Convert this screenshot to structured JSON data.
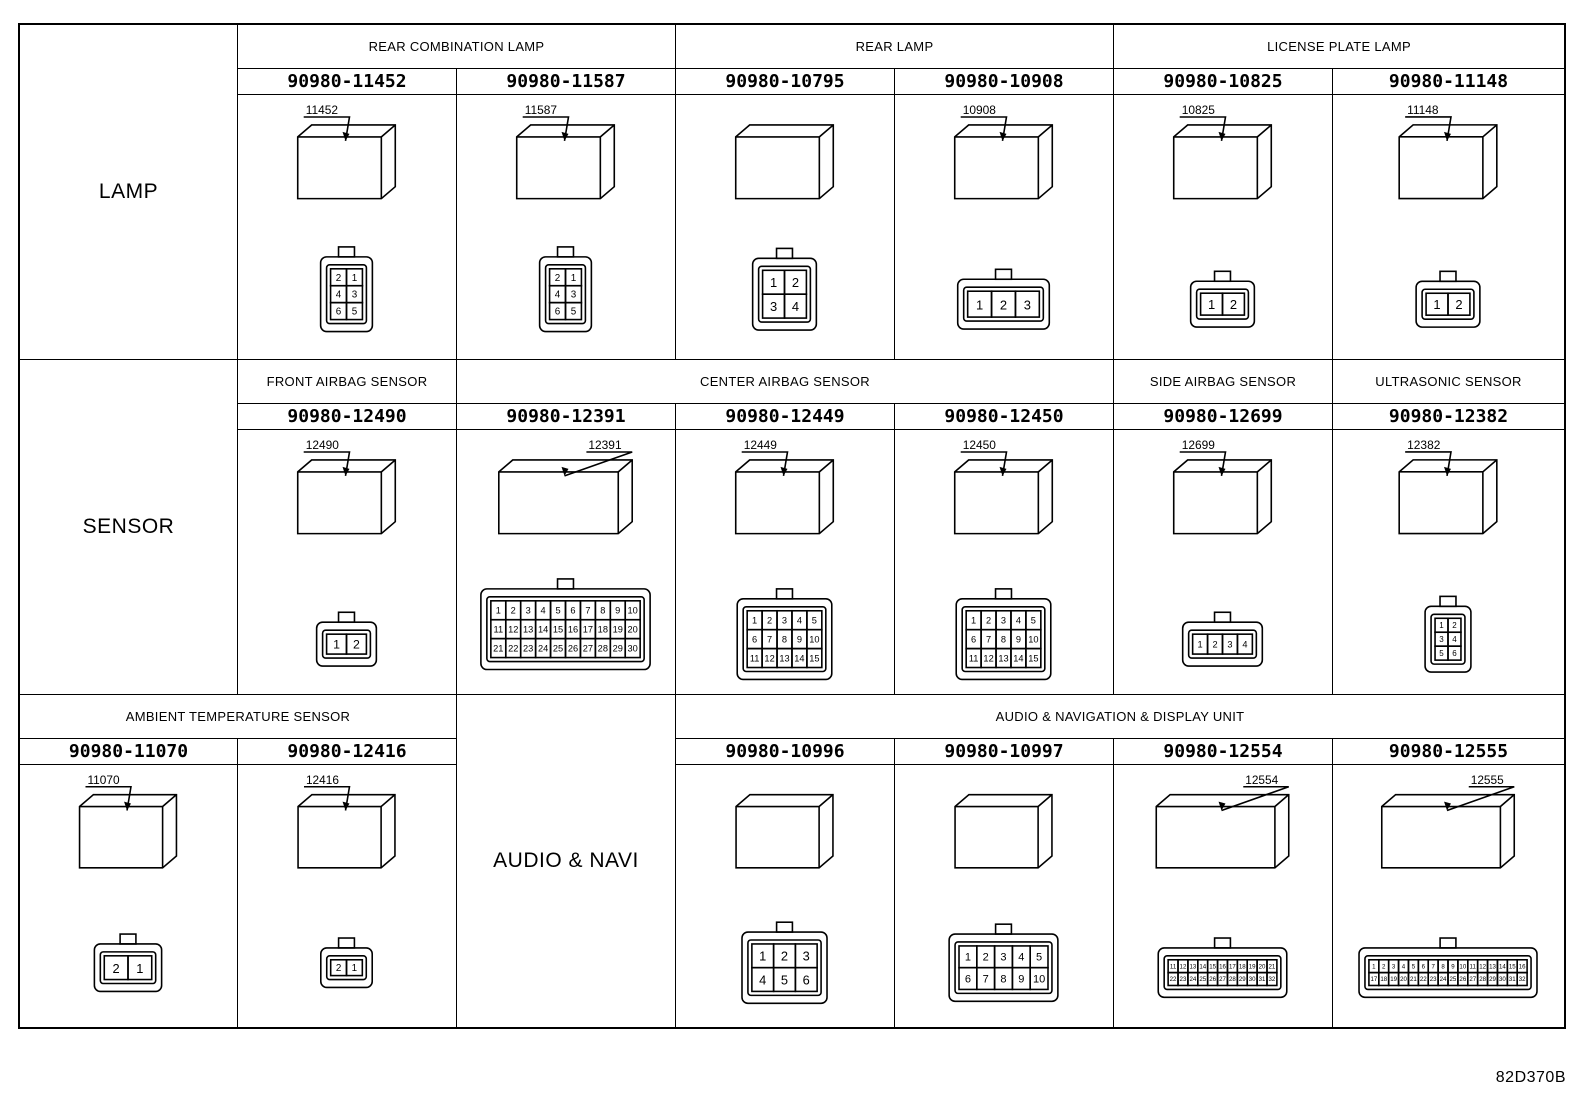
{
  "footer_code": "82D370B",
  "sections": {
    "lamp": {
      "category": "LAMP",
      "headers": [
        "REAR COMBINATION LAMP",
        "REAR LAMP",
        "LICENSE PLATE LAMP"
      ],
      "connectors": [
        {
          "part": "90980-11452",
          "callout": "11452",
          "pins": [
            "2",
            "1",
            "4",
            "3",
            "6",
            "5"
          ]
        },
        {
          "part": "90980-11587",
          "callout": "11587",
          "pins": [
            "2",
            "1",
            "4",
            "3",
            "6",
            "5"
          ]
        },
        {
          "part": "90980-10795",
          "callout": "",
          "pins": [
            "1",
            "2",
            "3",
            "4"
          ]
        },
        {
          "part": "90980-10908",
          "callout": "10908",
          "pins": [
            "1",
            "2",
            "3"
          ]
        },
        {
          "part": "90980-10825",
          "callout": "10825",
          "pins": [
            "1",
            "2"
          ]
        },
        {
          "part": "90980-11148",
          "callout": "11148",
          "pins": [
            "1",
            "2"
          ]
        }
      ]
    },
    "sensor": {
      "category": "SENSOR",
      "headers": [
        "FRONT AIRBAG SENSOR",
        "CENTER AIRBAG SENSOR",
        "SIDE AIRBAG SENSOR",
        "ULTRASONIC SENSOR"
      ],
      "connectors": [
        {
          "part": "90980-12490",
          "callout": "12490",
          "pins": [
            "1",
            "2"
          ]
        },
        {
          "part": "90980-12391",
          "callout": "12391",
          "pins": [
            "1",
            "2",
            "3",
            "4",
            "5",
            "6",
            "7",
            "8",
            "9",
            "10",
            "11",
            "12",
            "13",
            "14",
            "15",
            "16",
            "17",
            "18",
            "19",
            "20",
            "21",
            "22",
            "23",
            "24",
            "25",
            "26",
            "27",
            "28",
            "29",
            "30"
          ]
        },
        {
          "part": "90980-12449",
          "callout": "12449",
          "pins": [
            "1",
            "2",
            "3",
            "4",
            "5",
            "6",
            "7",
            "8",
            "9",
            "10",
            "11",
            "12",
            "13",
            "14",
            "15"
          ]
        },
        {
          "part": "90980-12450",
          "callout": "12450",
          "pins": [
            "1",
            "2",
            "3",
            "4",
            "5",
            "6",
            "7",
            "8",
            "9",
            "10",
            "11",
            "12",
            "13",
            "14",
            "15"
          ]
        },
        {
          "part": "90980-12699",
          "callout": "12699",
          "pins": [
            "1",
            "2",
            "3",
            "4"
          ]
        },
        {
          "part": "90980-12382",
          "callout": "12382",
          "pins": [
            "1",
            "2",
            "3",
            "4",
            "5",
            "6"
          ]
        }
      ]
    },
    "bottom": {
      "ambient_header": "AMBIENT TEMPERATURE SENSOR",
      "audio_category": "AUDIO & NAVI",
      "audio_header": "AUDIO & NAVIGATION & DISPLAY UNIT",
      "connectors": [
        {
          "part": "90980-11070",
          "callout": "11070",
          "pins": [
            "2",
            "1"
          ]
        },
        {
          "part": "90980-12416",
          "callout": "12416",
          "pins": [
            "2",
            "1"
          ]
        },
        {
          "part": "90980-10996",
          "callout": "",
          "pins": [
            "1",
            "2",
            "3",
            "4",
            "5",
            "6"
          ]
        },
        {
          "part": "90980-10997",
          "callout": "",
          "pins": [
            "1",
            "2",
            "3",
            "4",
            "5",
            "6",
            "7",
            "8",
            "9",
            "10"
          ]
        },
        {
          "part": "90980-12554",
          "callout": "12554",
          "pins": [
            "11",
            "12",
            "13",
            "14",
            "15",
            "16",
            "17",
            "18",
            "19",
            "20",
            "21",
            "22",
            "23",
            "24",
            "25",
            "26",
            "27",
            "28",
            "29",
            "30",
            "31",
            "32"
          ]
        },
        {
          "part": "90980-12555",
          "callout": "12555",
          "pins": [
            "1",
            "2",
            "3",
            "4",
            "5",
            "6",
            "7",
            "8",
            "9",
            "10",
            "11",
            "12",
            "13",
            "14",
            "15",
            "16",
            "17",
            "18",
            "19",
            "20",
            "21",
            "22",
            "23",
            "24",
            "25",
            "26",
            "27",
            "28",
            "29",
            "30",
            "31",
            "32"
          ]
        }
      ]
    }
  }
}
